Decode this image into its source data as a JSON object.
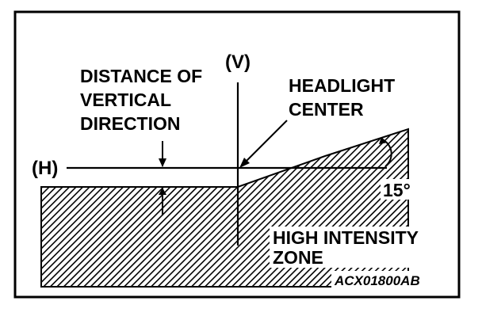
{
  "diagram": {
    "labels": {
      "vertical_axis": "(V)",
      "horizontal_axis": "(H)",
      "distance_line1": "DISTANCE OF",
      "distance_line2": "VERTICAL",
      "distance_line3": "DIRECTION",
      "headlight_line1": "HEADLIGHT",
      "headlight_line2": "CENTER",
      "angle": "15°",
      "zone_line1": "HIGH INTENSITY",
      "zone_line2": "ZONE",
      "code": "ACX01800AB"
    },
    "colors": {
      "ink": "#000000",
      "paper": "#ffffff"
    }
  }
}
